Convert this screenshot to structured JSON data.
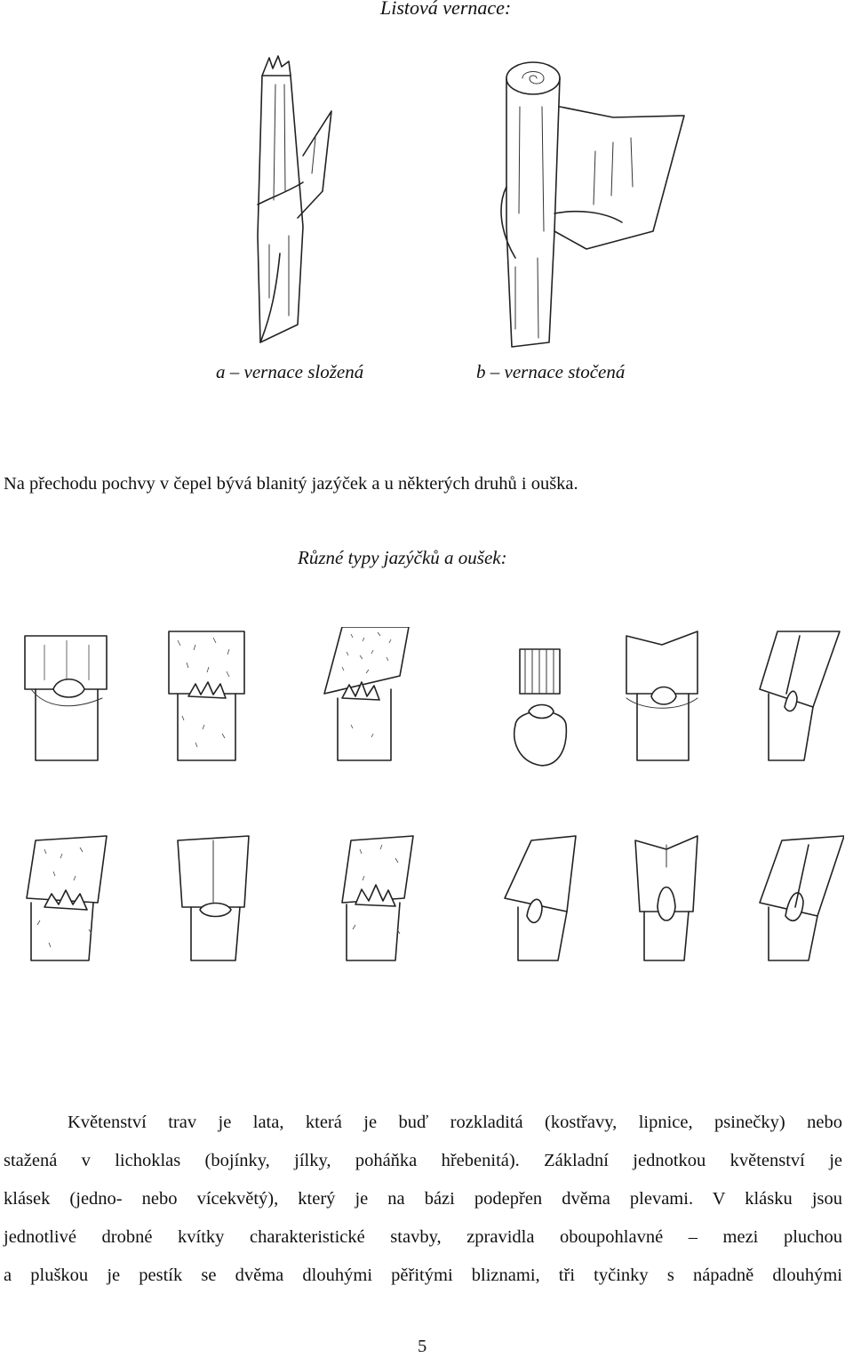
{
  "heading": "Listová vernace:",
  "captions": {
    "a": "a – vernace složená",
    "b": "b – vernace stočená"
  },
  "intro": "Na přechodu pochvy v čepel bývá blanitý jazýček a u některých druhů i ouška.",
  "ligule_title": "Různé typy jazýčků a oušek:",
  "paragraph_lines": [
    "Květenství trav je lata, která je buď rozkladitá (kostřavy, lipnice, psinečky) nebo",
    "stažená v lichoklas (bojínky, jílky, poháňka hřebenitá). Základní jednotkou květenství je",
    "klásek (jedno- nebo vícekvětý), který je na bázi podepřen dvěma plevami. V klásku jsou",
    "jednotlivé drobné kvítky charakteristické stavby, zpravidla oboupohlavné – mezi pluchou",
    "a pluškou je pestík se dvěma dlouhými pěřitými bliznami, tři tyčinky s nápadně dlouhými"
  ],
  "page_number": "5",
  "ligule_rows": [
    [
      "ligule-hairy-ring",
      "ligule-hairy-sheath",
      "ligule-dense-hairy",
      "ligule-fringed",
      "ligule-membrane",
      "ligule-pointed"
    ],
    [
      "ligule-hairy-auricle",
      "ligule-smooth",
      "ligule-hairy-collar",
      "ligule-long-open",
      "ligule-lanceolate",
      "ligule-acute"
    ]
  ]
}
